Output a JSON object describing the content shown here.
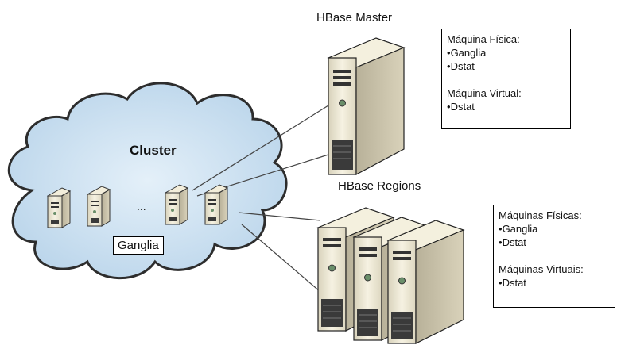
{
  "master": {
    "title": "HBase Master",
    "note": {
      "physical_heading": "Máquina Física:",
      "physical_items": [
        "Ganglia",
        "Dstat"
      ],
      "virtual_heading": "Máquina Virtual:",
      "virtual_items": [
        "Dstat"
      ]
    }
  },
  "regions": {
    "title": "HBase Regions",
    "note": {
      "physical_heading": "Máquinas Físicas:",
      "physical_items": [
        "Ganglia",
        "Dstat"
      ],
      "virtual_heading": "Máquinas Virtuais:",
      "virtual_items": [
        "Dstat"
      ]
    }
  },
  "cluster": {
    "title": "Cluster",
    "ellipsis": "...",
    "monitor_label": "Ganglia"
  },
  "bullet": "•",
  "colors": {
    "cloud_fill": "#cfe3f2",
    "cloud_stroke": "#2d2d2d",
    "server_body": "#efe9d2",
    "server_dark": "#3a3a3a",
    "connector": "#444444"
  }
}
